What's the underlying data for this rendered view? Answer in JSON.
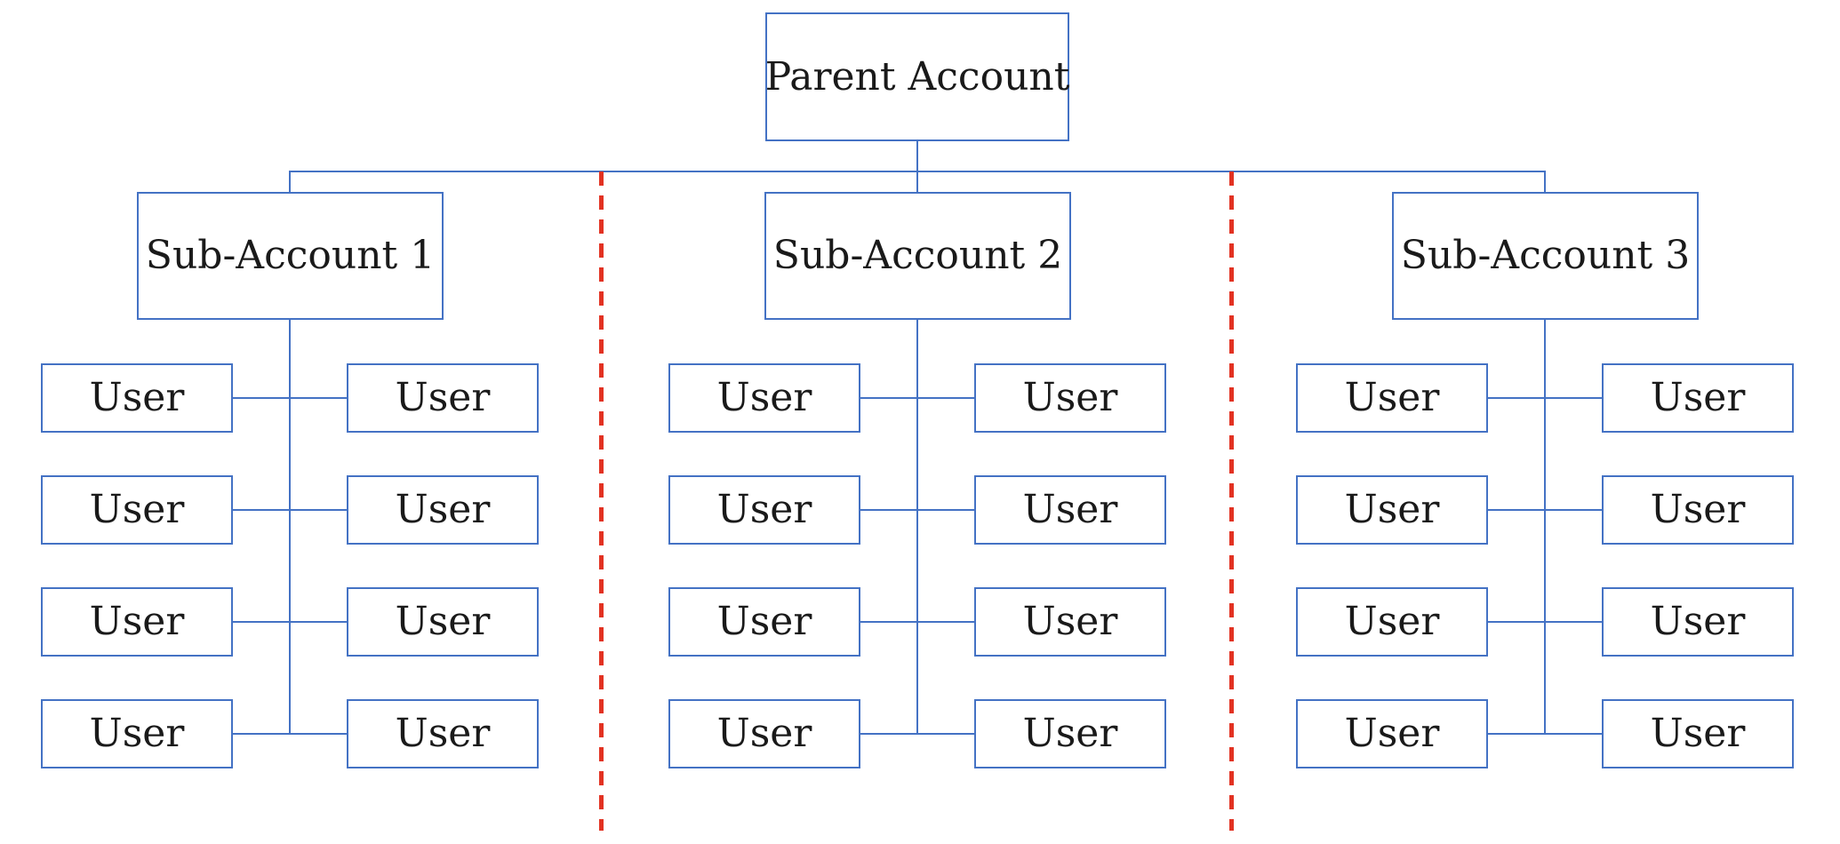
{
  "diagram": {
    "parent_label": "Parent Account",
    "sections": [
      {
        "label": "Sub-Account 1",
        "users": [
          "User",
          "User",
          "User",
          "User",
          "User",
          "User",
          "User",
          "User"
        ]
      },
      {
        "label": "Sub-Account 2",
        "users": [
          "User",
          "User",
          "User",
          "User",
          "User",
          "User",
          "User",
          "User"
        ]
      },
      {
        "label": "Sub-Account 3",
        "users": [
          "User",
          "User",
          "User",
          "User",
          "User",
          "User",
          "User",
          "User"
        ]
      }
    ],
    "colors": {
      "node_border": "#4472C4",
      "connector": "#4472C4",
      "separator_red": "#E23222",
      "text": "#1A1A1A",
      "background": "#FFFFFF"
    }
  }
}
